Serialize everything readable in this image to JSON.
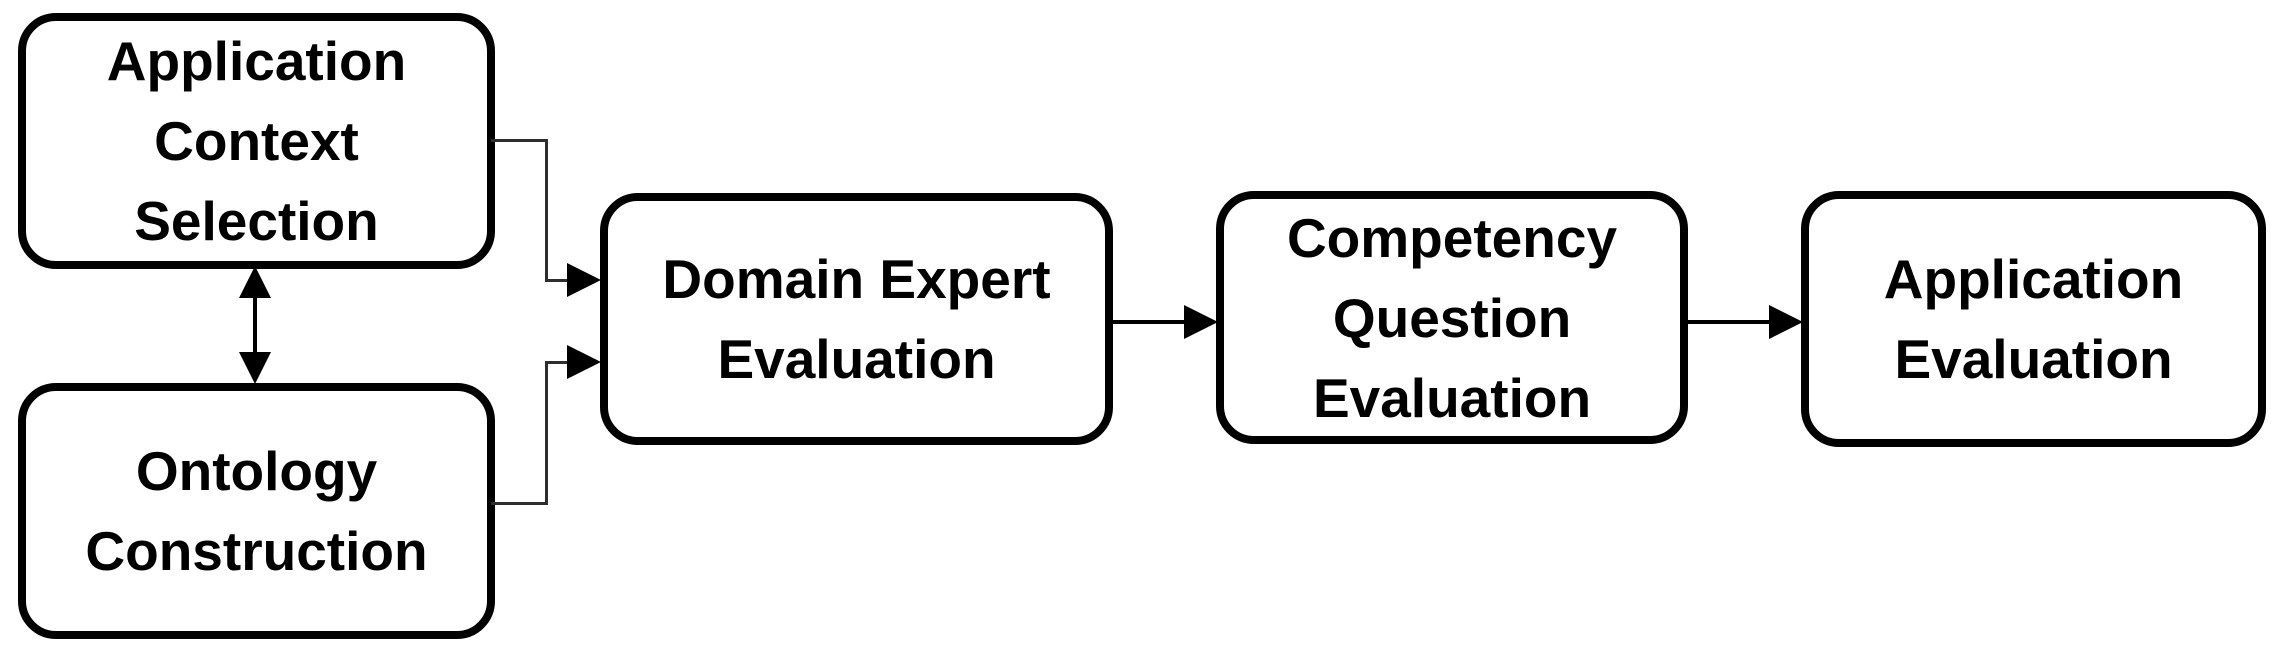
{
  "diagram": {
    "background_color": "#ffffff",
    "node_fill_color": "#ffffff",
    "node_border_color": "#000000",
    "text_color": "#000000",
    "connector_color": "#000000",
    "nodes": [
      {
        "id": "application-context-selection",
        "label": "Application Context Selection",
        "lines": [
          "Application",
          "Context",
          "Selection"
        ]
      },
      {
        "id": "ontology-construction",
        "label": "Ontology Construction",
        "lines": [
          "Ontology",
          "Construction"
        ]
      },
      {
        "id": "domain-expert-evaluation",
        "label": "Domain Expert Evaluation",
        "lines": [
          "Domain Expert",
          "Evaluation"
        ]
      },
      {
        "id": "competency-question-evaluation",
        "label": "Competency Question Evaluation",
        "lines": [
          "Competency",
          "Question",
          "Evaluation"
        ]
      },
      {
        "id": "application-evaluation",
        "label": "Application Evaluation",
        "lines": [
          "Application",
          "Evaluation"
        ]
      }
    ],
    "edges": [
      {
        "from": "application-context-selection",
        "to": "domain-expert-evaluation",
        "type": "arrow",
        "style": "elbow"
      },
      {
        "from": "ontology-construction",
        "to": "domain-expert-evaluation",
        "type": "arrow",
        "style": "elbow"
      },
      {
        "from": "application-context-selection",
        "to": "ontology-construction",
        "type": "double-arrow",
        "style": "straight-vertical"
      },
      {
        "from": "domain-expert-evaluation",
        "to": "competency-question-evaluation",
        "type": "arrow",
        "style": "straight-horizontal"
      },
      {
        "from": "competency-question-evaluation",
        "to": "application-evaluation",
        "type": "arrow",
        "style": "straight-horizontal"
      }
    ]
  }
}
